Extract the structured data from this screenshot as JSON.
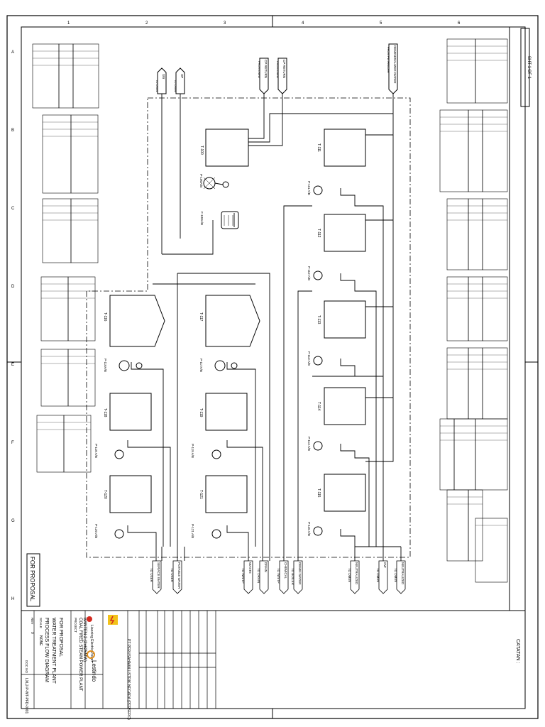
{
  "sheet_stamp": "FOR PROPOSAL",
  "catatan_label": "CATATAN :",
  "sheet_tag": "SHT 1 OF 1",
  "title_block": {
    "label_project": "PROJECT",
    "project_line1": "COAL FIRED STEAM POWER PLANT",
    "project_line2": "BANTEN 2 (2x625MW)",
    "title_line1": "PROCESS FLOW DIAGRAM",
    "title_line2": "WATER TREATMENT PLANT",
    "title_line3": "FOR PROPOSAL",
    "company": "PT PERUSAHAAN LISTRIK NEGARA (PERSERO)",
    "contractor_a": "Liaoning Electric Power",
    "contractor_b": "Lestindo",
    "scale_label": "SCALE",
    "scale_value": "NONE",
    "doc_no_label": "DOC NO",
    "doc_no": "LXL2-P-WT-PFD-0001",
    "rev_label": "REV",
    "rev_value": "0"
  },
  "streams": {
    "inlet_demin": "DEMINERALIZED WATER",
    "inlet_demin_sub": "FROM FW HEADER",
    "inlet_raw_a": "CP RETURN",
    "inlet_raw_a_sub": "FROM DM/W",
    "inlet_raw_b": "CP RETURN",
    "inlet_raw_b_sub": "FROM DM/W",
    "out_top_a": "SW",
    "out_top_a_sub": "TO DM/W",
    "out_top_b": "HP",
    "out_top_b_sub": "TO DM/W",
    "bottom": [
      {
        "name": "SERVICE WATER",
        "to": "TO USER"
      },
      {
        "name": "POTABLE WATER",
        "to": "TO USER"
      },
      {
        "name": "WASTE",
        "to": "TO WWTP"
      },
      {
        "name": "DRAIN",
        "to": "TO DRAIN"
      },
      {
        "name": "CHEMICAL",
        "to": "TO WWTP"
      },
      {
        "name": "DEMIN WATER",
        "to": "TO BOILER"
      },
      {
        "name": "NEUTRALIZED",
        "to": "TO DM/W"
      },
      {
        "name": "CW",
        "to": "TO DM/W"
      },
      {
        "name": "NEUTRALIZED",
        "to": "TO DM/W"
      }
    ]
  },
  "equipment": {
    "tanks_right": [
      "T-111",
      "T-112",
      "T-113",
      "T-114",
      "T-115"
    ],
    "pumps_right": [
      "P-111 A/B",
      "P-112 A/B",
      "P-113 A/B",
      "P-114 A/B",
      "P-115 A/B"
    ],
    "tank_top": "T-100",
    "pump_top": "P-100A/B",
    "filter_top": "F-100A/B",
    "silos": [
      "T-116",
      "T-117"
    ],
    "silo_pumps": [
      "P-116A/B",
      "P-117A/B"
    ],
    "tanks_mid": [
      "T-118",
      "T-119"
    ],
    "pumps_mid": [
      "P-118 A/B",
      "P-119 A/B"
    ],
    "tanks_low": [
      "T-120",
      "T-121"
    ],
    "pumps_low": [
      "P-120 A/B",
      "P-121 A/B"
    ]
  },
  "grid_numbers": [
    "1",
    "2",
    "3",
    "4",
    "5",
    "6"
  ],
  "grid_letters": [
    "A",
    "B",
    "C",
    "D",
    "E",
    "F",
    "G",
    "H"
  ]
}
